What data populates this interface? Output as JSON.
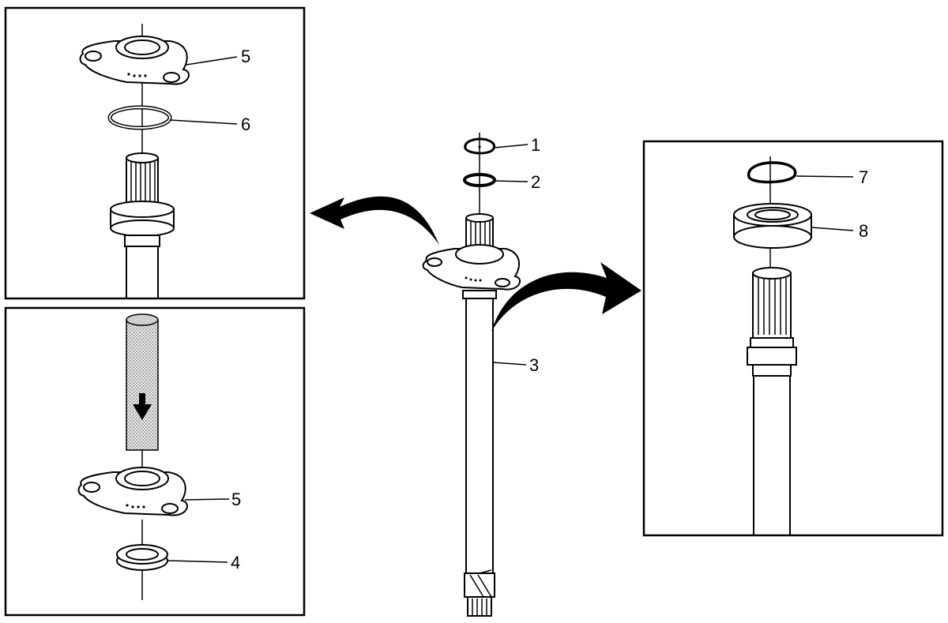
{
  "callouts": {
    "c1": "1",
    "c2": "2",
    "c3": "3",
    "c4": "4",
    "c5_top": "5",
    "c5_bottom": "5",
    "c6": "6",
    "c7": "7",
    "c8": "8"
  },
  "colors": {
    "line": "#000000",
    "background": "#ffffff",
    "tool_fill": "#d9d9d9"
  }
}
